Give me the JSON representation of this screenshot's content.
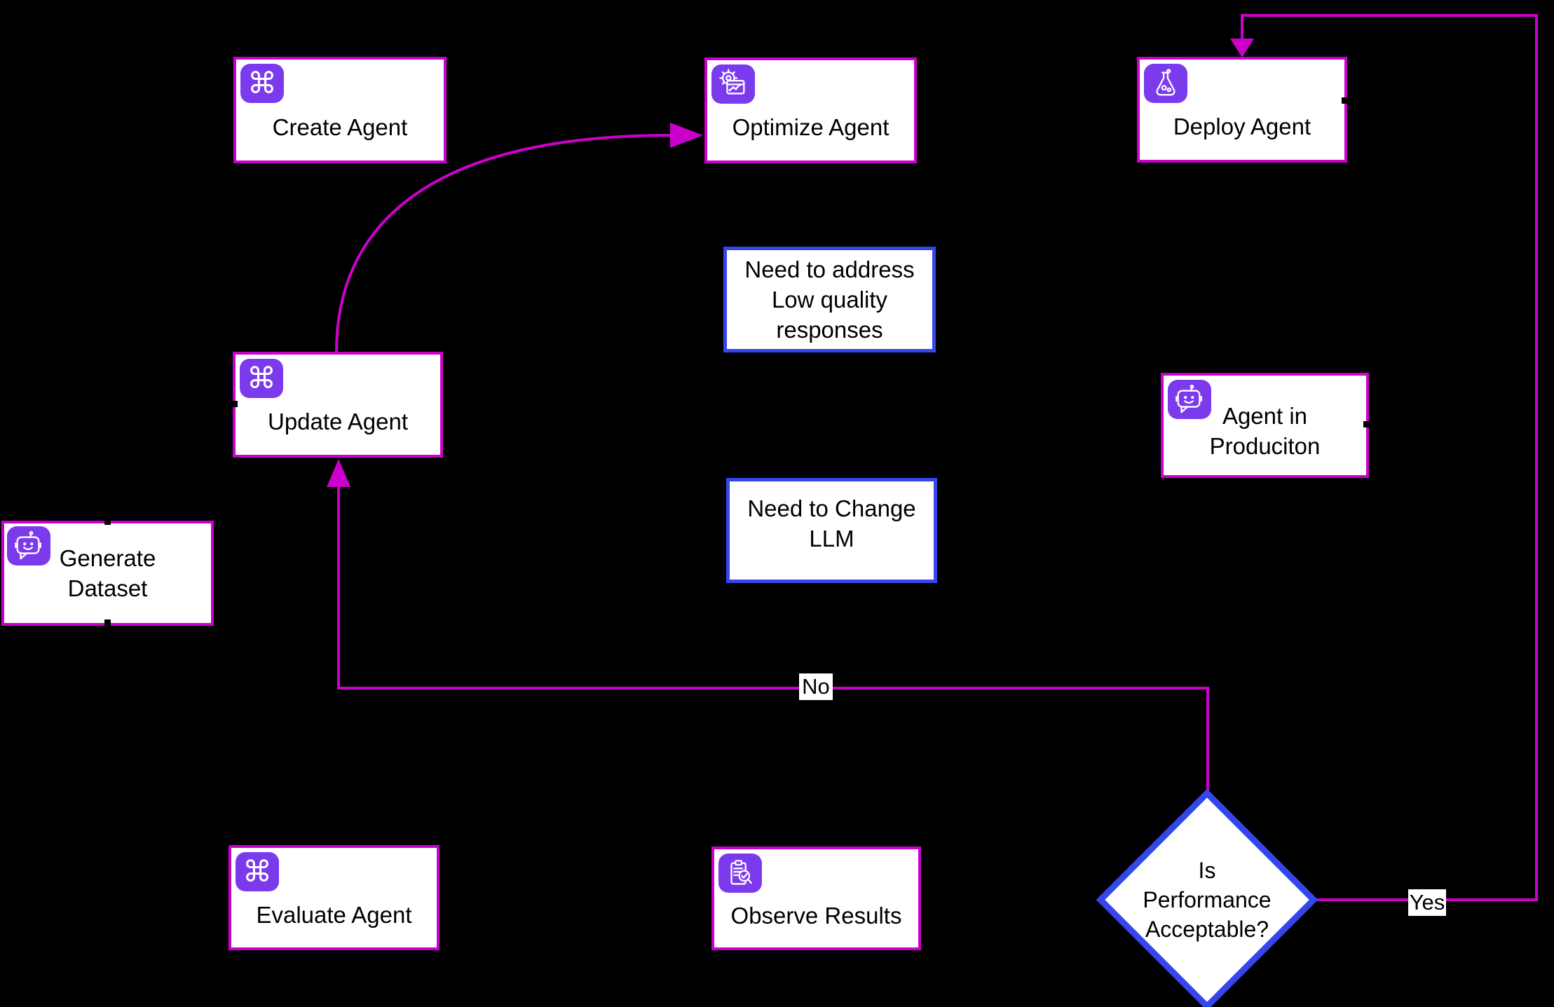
{
  "colors": {
    "background": "#000000",
    "magenta_accent": "#CC00CC",
    "blue_accent": "#3546EC",
    "badge_purple": "#7C3AED",
    "node_background": "#FFFFFF",
    "text": "#000000"
  },
  "icons": {
    "command_glyph": "⌘"
  },
  "nodes": {
    "create_agent": {
      "label": "Create Agent"
    },
    "optimize_agent": {
      "label": "Optimize Agent"
    },
    "deploy_agent": {
      "label": "Deploy Agent"
    },
    "need_address": {
      "label": "Need to address\nLow quality\nresponses"
    },
    "update_agent": {
      "label": "Update Agent"
    },
    "agent_in_production": {
      "label": "Agent in\nProduciton"
    },
    "generate_dataset": {
      "label": "Generate\nDataset"
    },
    "need_change_llm": {
      "label": "Need to Change\nLLM"
    },
    "evaluate_agent": {
      "label": "Evaluate Agent"
    },
    "observe_results": {
      "label": "Observe Results"
    },
    "is_performance_acceptable": {
      "label": "Is\nPerformance\nAcceptable?"
    }
  },
  "edges": {
    "yes_label": "Yes",
    "no_label": "No"
  }
}
